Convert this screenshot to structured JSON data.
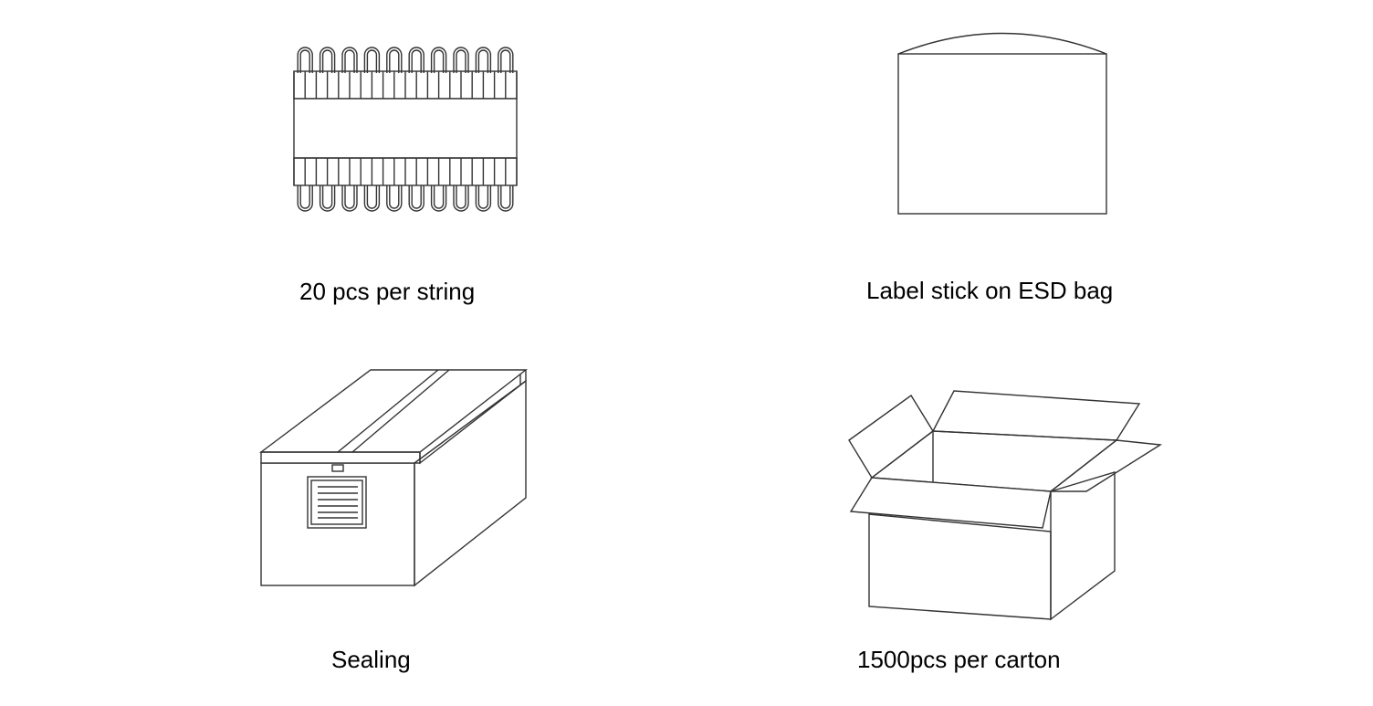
{
  "steps": [
    {
      "caption": "20 pcs per string"
    },
    {
      "caption": "Label stick on ESD bag"
    },
    {
      "caption": "Sealing"
    },
    {
      "caption": "1500pcs per carton"
    }
  ]
}
